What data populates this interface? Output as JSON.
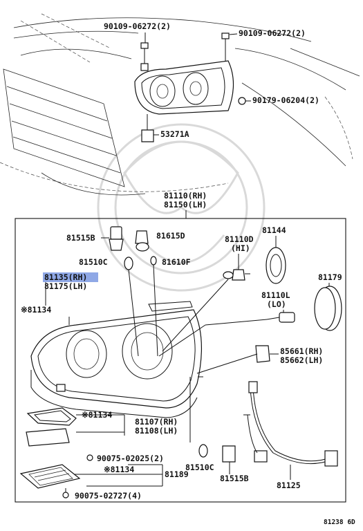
{
  "diagram": {
    "assembly_labels": {
      "rh": "81110(RH)",
      "lh": "81150(LH)"
    },
    "drawing_number": "81238 6D",
    "upper_parts": {
      "bolt_left": "90109-06272(2)",
      "bolt_right": "90109-06272(2)",
      "nut": "90179-06204(2)",
      "clip": "53271A"
    },
    "parts": {
      "p81515b_top": "81515B",
      "p81615d": "81615D",
      "p81510c_top": "81510C",
      "p81610f": "81610F",
      "p81110d": "81110D",
      "p81110d_sub": "(HI)",
      "p81144": "81144",
      "p81179": "81179",
      "p81110l": "81110L",
      "p81110l_sub": "(LO)",
      "p81135_rh": "81135(RH)",
      "p81175_lh": "81175(LH)",
      "p81134_main": "※81134",
      "p85661": "85661(RH)",
      "p85662": "85662(LH)",
      "p81134_cover": "※81134",
      "p81107": "81107(RH)",
      "p81108": "81108(LH)",
      "p90075_02025": "90075-02025(2)",
      "p81134_lower": "※81134",
      "p81189": "81189",
      "p90075_02727": "90075-02727(4)",
      "p81510c_bottom": "81510C",
      "p81515b_bottom": "81515B",
      "p81125": "81125"
    },
    "highlight_color": "#8fa8e6"
  }
}
